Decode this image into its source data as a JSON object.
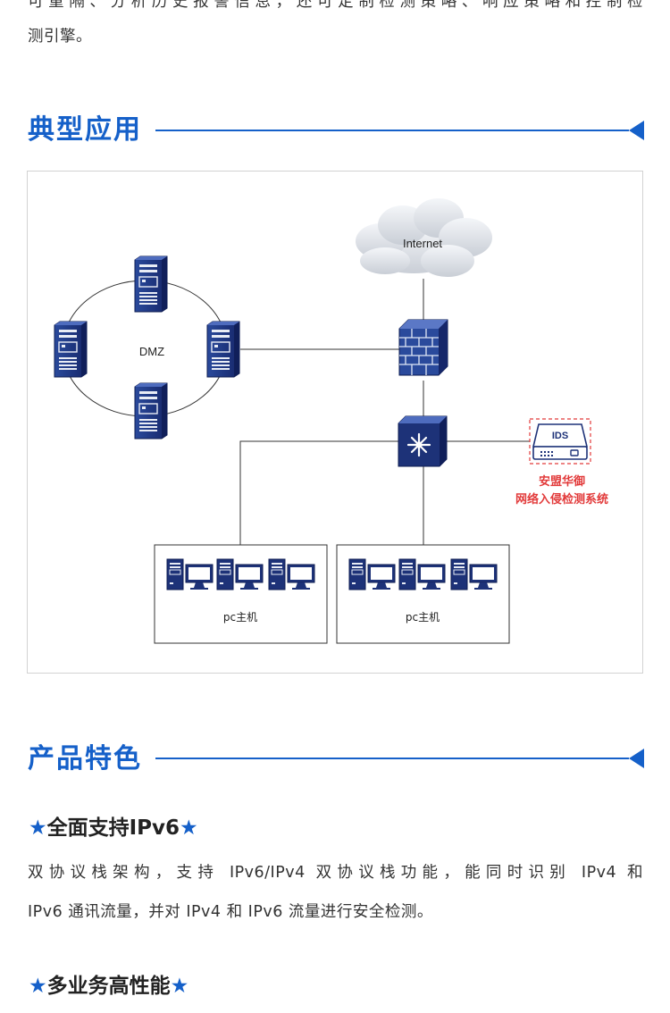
{
  "intro": {
    "line1": "可重隔、分析历史报警信息，还可定制检测策略、响应策略和控制检",
    "line2": "测引擎。"
  },
  "section_application": {
    "title": "典型应用"
  },
  "diagram": {
    "internet_label": "Internet",
    "dmz_label": "DMZ",
    "ids_badge": "IDS",
    "ids_caption_line1": "安盟华御",
    "ids_caption_line2": "网络入侵检测系统",
    "pc_group_left_label": "pc主机",
    "pc_group_right_label": "pc主机",
    "accent_red": "#e23a3a",
    "device_navy": "#1d3278"
  },
  "section_features": {
    "title": "产品特色"
  },
  "features": [
    {
      "star_left": "★",
      "title": "全面支持IPv6",
      "star_right": "★",
      "desc_line1": "双协议栈架构，支持 IPv6/IPv4 双协议栈功能，能同时识别 IPv4 和",
      "desc_line2": "IPv6 通讯流量，并对 IPv4 和 IPv6 流量进行安全检测。"
    },
    {
      "star_left": "★",
      "title": "多业务高性能",
      "star_right": "★"
    }
  ],
  "colors": {
    "brand_blue": "#1560c9",
    "text": "#333333"
  }
}
